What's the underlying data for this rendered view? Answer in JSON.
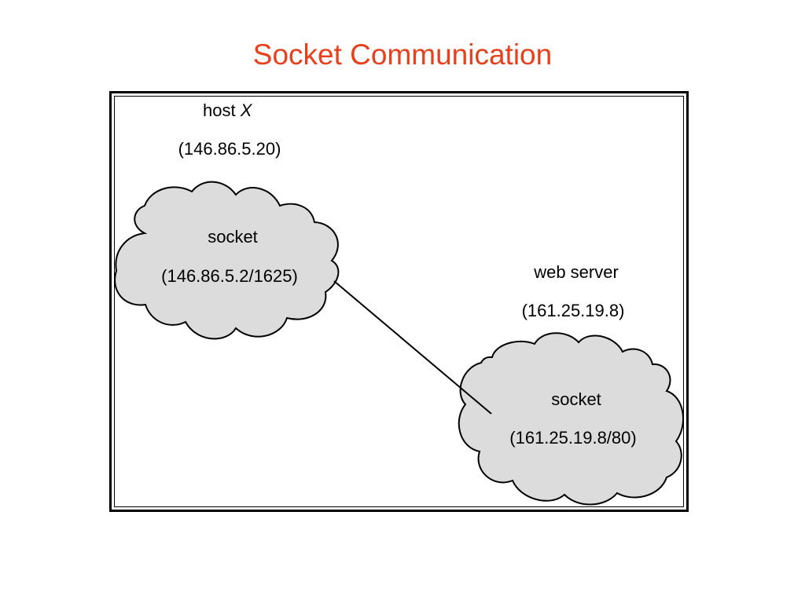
{
  "title": "Socket Communication",
  "colors": {
    "title": "#e8401c",
    "cloud_fill": "#dcdcdc",
    "cloud_stroke": "#000000",
    "frame": "#000000"
  },
  "host": {
    "name_prefix": "host ",
    "name_variable": "X",
    "address": "(146.86.5.20)",
    "socket_label": "socket",
    "socket_address": "(146.86.5.2/1625)"
  },
  "server": {
    "name": "web server",
    "address": "(161.25.19.8)",
    "socket_label": "socket",
    "socket_address": "(161.25.19.8/80)"
  }
}
